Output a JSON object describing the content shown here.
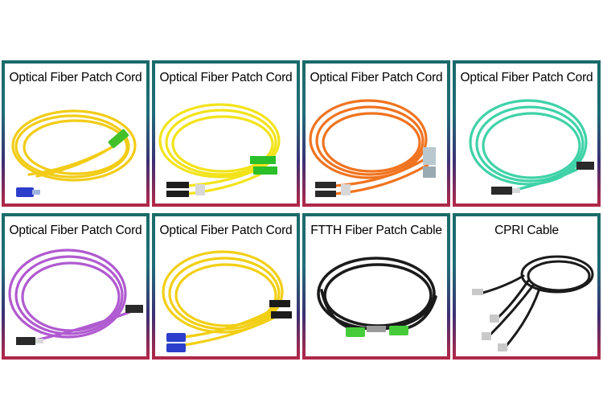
{
  "products": [
    {
      "label": "Optical Fiber Patch Cord",
      "cable_color": "#f2cc17",
      "connector_color": "#2c3ecb",
      "connector2_color": "#41c02a",
      "icon": "sc-e2000-patch-cord-icon"
    },
    {
      "label": "Optical Fiber Patch Cord",
      "cable_color": "#f2e31a",
      "connector_color": "#1c1c1c",
      "connector2_color": "#2bbf2a",
      "icon": "fc-duplex-patch-cord-icon"
    },
    {
      "label": "Optical Fiber Patch Cord",
      "cable_color": "#f0731f",
      "connector_color": "#2a2a2a",
      "connector2_color": "#b9c8cf",
      "icon": "fc-lc-multimode-patch-cord-icon"
    },
    {
      "label": "Optical Fiber Patch Cord",
      "cable_color": "#3fd2a8",
      "connector_color": "#2a2a2a",
      "connector2_color": "#2a2a2a",
      "icon": "fc-om3-patch-cord-icon"
    },
    {
      "label": "Optical Fiber Patch Cord",
      "cable_color": "#b05ad0",
      "connector_color": "#2a2a2a",
      "connector2_color": "#2a2a2a",
      "icon": "st-om4-patch-cord-icon"
    },
    {
      "label": "Optical Fiber Patch Cord",
      "cable_color": "#f2cf14",
      "connector_color": "#2c3ecb",
      "connector2_color": "#1c1c1c",
      "icon": "sc-st-duplex-patch-cord-icon"
    },
    {
      "label": "FTTH Fiber Patch Cable",
      "cable_color": "#1b1b1b",
      "connector_color": "#46cc3a",
      "connector2_color": "#46cc3a",
      "icon": "ftth-drop-cable-icon"
    },
    {
      "label": "CPRI Cable",
      "cable_color": "#1b1b1b",
      "connector_color": "#c9c9c9",
      "connector2_color": "#c9c9c9",
      "icon": "cpri-cable-icon"
    }
  ]
}
